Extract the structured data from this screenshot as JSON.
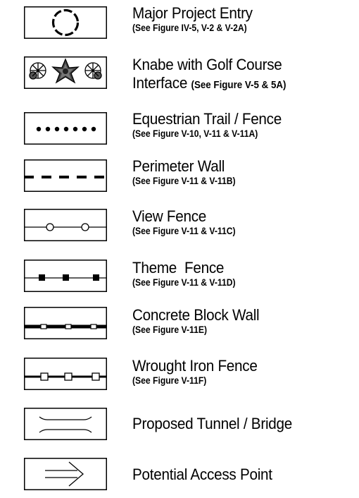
{
  "legend": {
    "items": [
      {
        "id": "major-project-entry",
        "symbol": "dashed-circle-icon",
        "title": "Major Project Entry",
        "ref": "(See Figure IV-5, V-2 & V-2A)"
      },
      {
        "id": "knabe-golf-interface",
        "symbol": "flower-cluster-icon",
        "title_line1": "Knabe with Golf Course",
        "title_line2": "Interface",
        "ref_inline": "(See Figure V-5 & 5A)"
      },
      {
        "id": "equestrian-trail-fence",
        "symbol": "dotted-line-icon",
        "title": "Equestrian Trail / Fence",
        "ref": "(See Figure V-10, V-11 & V-11A)"
      },
      {
        "id": "perimeter-wall",
        "symbol": "dashed-line-icon",
        "title": "Perimeter Wall",
        "ref": "(See Figure V-11 & V-11B)"
      },
      {
        "id": "view-fence",
        "symbol": "line-with-circles-icon",
        "title": "View Fence",
        "ref": "(See Figure V-11 & V-11C)"
      },
      {
        "id": "theme-fence",
        "symbol": "line-with-squares-icon",
        "title": "Theme  Fence",
        "ref": "(See Figure V-11 & V-11D)"
      },
      {
        "id": "concrete-block-wall",
        "symbol": "thick-line-with-blocks-icon",
        "title": "Concrete Block Wall",
        "ref": "(See Figure V-11E)"
      },
      {
        "id": "wrought-iron-fence",
        "symbol": "line-with-open-squares-icon",
        "title": "Wrought Iron Fence",
        "ref": "(See Figure V-11F)"
      },
      {
        "id": "proposed-tunnel-bridge",
        "symbol": "tunnel-bridge-icon",
        "title": "Proposed Tunnel / Bridge"
      },
      {
        "id": "potential-access-point",
        "symbol": "arrow-right-icon",
        "title": "Potential Access Point"
      }
    ]
  }
}
